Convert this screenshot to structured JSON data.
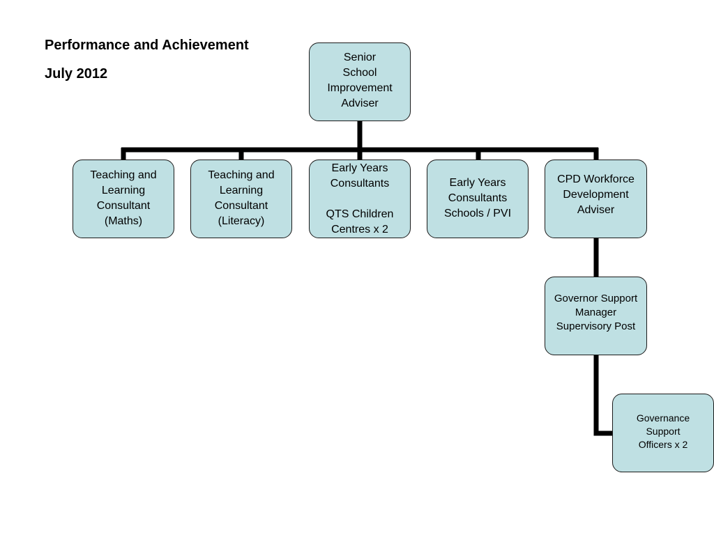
{
  "header": {
    "title": "Performance and Achievement",
    "date": "July 2012"
  },
  "nodes": {
    "senior": [
      "Senior",
      "School",
      "Improvement",
      "Adviser"
    ],
    "tl_maths": [
      "Teaching and",
      "Learning",
      "Consultant",
      "(Maths)"
    ],
    "tl_literacy": [
      "Teaching and",
      "Learning",
      "Consultant",
      "(Literacy)"
    ],
    "ey_qts": [
      "Early Years",
      "Consultants",
      "",
      "QTS Children",
      "Centres x 2"
    ],
    "ey_schools": [
      "Early Years",
      "Consultants",
      "Schools / PVI"
    ],
    "cpd": [
      "CPD Workforce",
      "Development",
      "Adviser"
    ],
    "governor": [
      "Governor Support",
      "Manager",
      "Supervisory Post"
    ],
    "governance": [
      "Governance",
      "Support",
      "Officers x 2"
    ]
  },
  "colors": {
    "box_fill": "#bfe0e3",
    "box_border": "#1a1a1a",
    "connector": "#000000"
  }
}
